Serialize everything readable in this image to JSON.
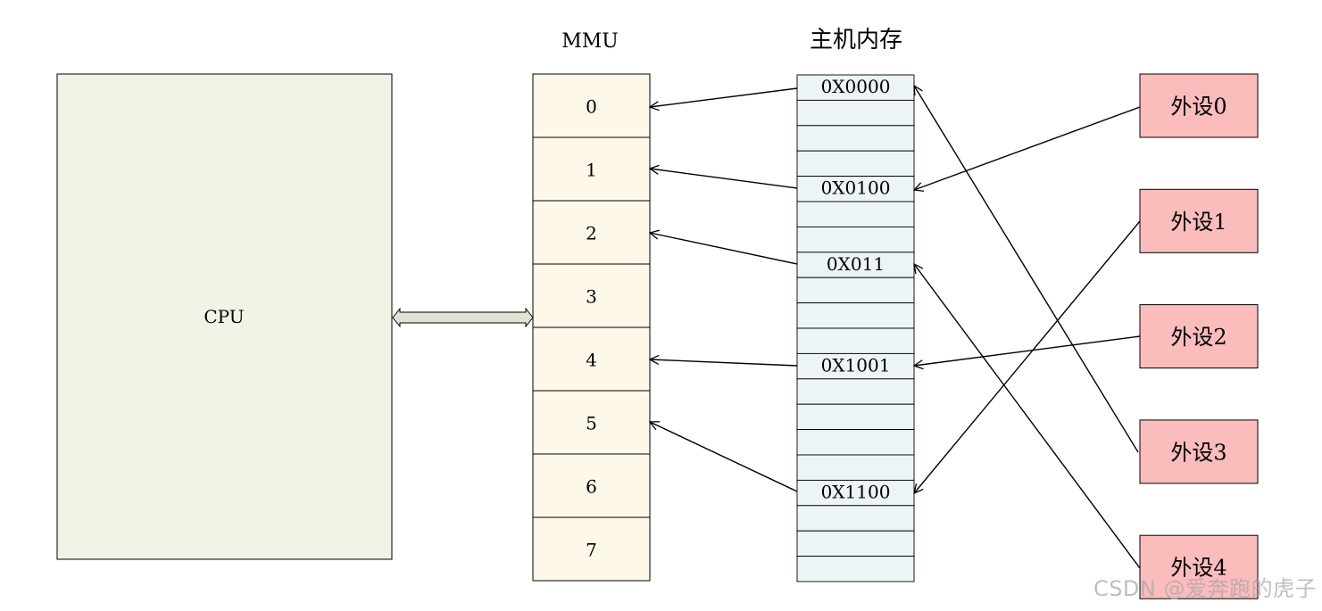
{
  "cpu": {
    "label": "CPU"
  },
  "mmu": {
    "title": "MMU",
    "slots": [
      "0",
      "1",
      "2",
      "3",
      "4",
      "5",
      "6",
      "7"
    ]
  },
  "memory": {
    "title": "主机内存",
    "addresses": [
      "0X0000",
      "0X0100",
      "0X011",
      "0X1001",
      "0X1100"
    ]
  },
  "devices": [
    "外设0",
    "外设1",
    "外设2",
    "外设3",
    "外设4"
  ],
  "watermark": "CSDN @爱奔跑的虎子",
  "colors": {
    "cpu_fill": "#f0f4e6",
    "mmu_fill": "#fdf8e8",
    "memory_fill": "#edf4f8",
    "device_fill": "#fbbcbc",
    "bus_fill": "#dde5d2"
  }
}
